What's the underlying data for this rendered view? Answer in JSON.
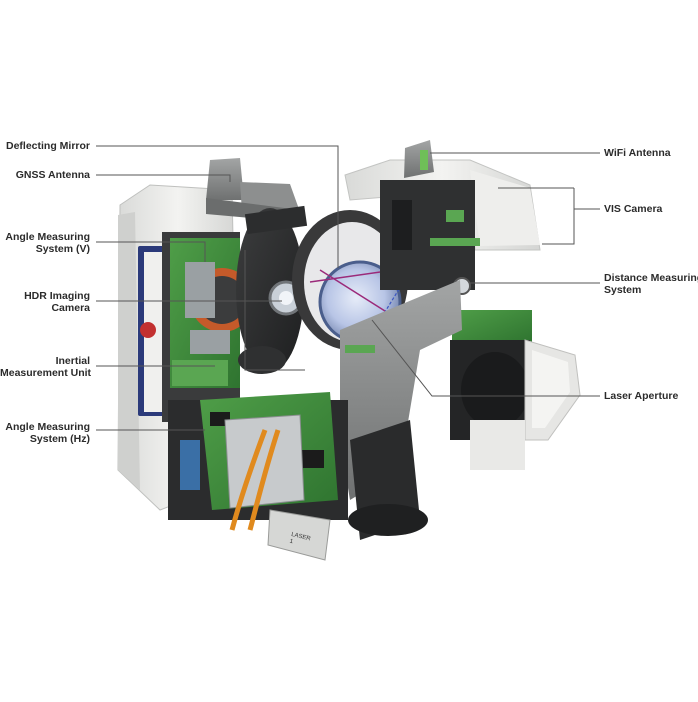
{
  "diagram": {
    "labels_left": [
      {
        "id": "deflecting-mirror",
        "text": "Deflecting Mirror"
      },
      {
        "id": "gnss-antenna",
        "text": "GNSS Antenna"
      },
      {
        "id": "angle-measuring-v",
        "lines": [
          "Angle Measuring",
          "System (V)"
        ]
      },
      {
        "id": "hdr-imaging-camera",
        "lines": [
          "HDR Imaging",
          "Camera"
        ]
      },
      {
        "id": "inertial-measurement-unit",
        "lines": [
          "Inertial",
          "Measurement Unit"
        ]
      },
      {
        "id": "angle-measuring-hz",
        "lines": [
          "Angle Measuring",
          "System (Hz)"
        ]
      }
    ],
    "labels_right": [
      {
        "id": "wifi-antenna",
        "text": "WiFi Antenna"
      },
      {
        "id": "vis-camera",
        "text": "VIS Camera"
      },
      {
        "id": "distance-measuring-system",
        "lines": [
          "Distance Measuring",
          "System"
        ]
      },
      {
        "id": "laser-aperture",
        "text": "Laser Aperture"
      }
    ],
    "cable_label": "LASER",
    "cable_number": "1"
  },
  "colors": {
    "label_text": "#2b2b2b",
    "leader_line": "#555555",
    "housing_white": "#e9e9e7",
    "housing_gray": "#8e9090",
    "dark_body": "#2e2f30",
    "pcb_green": "#3e8d3a",
    "mirror_blue": "#b9c6e6",
    "cable_orange": "#e08a1e",
    "laser_magenta": "#9b2a7a"
  }
}
